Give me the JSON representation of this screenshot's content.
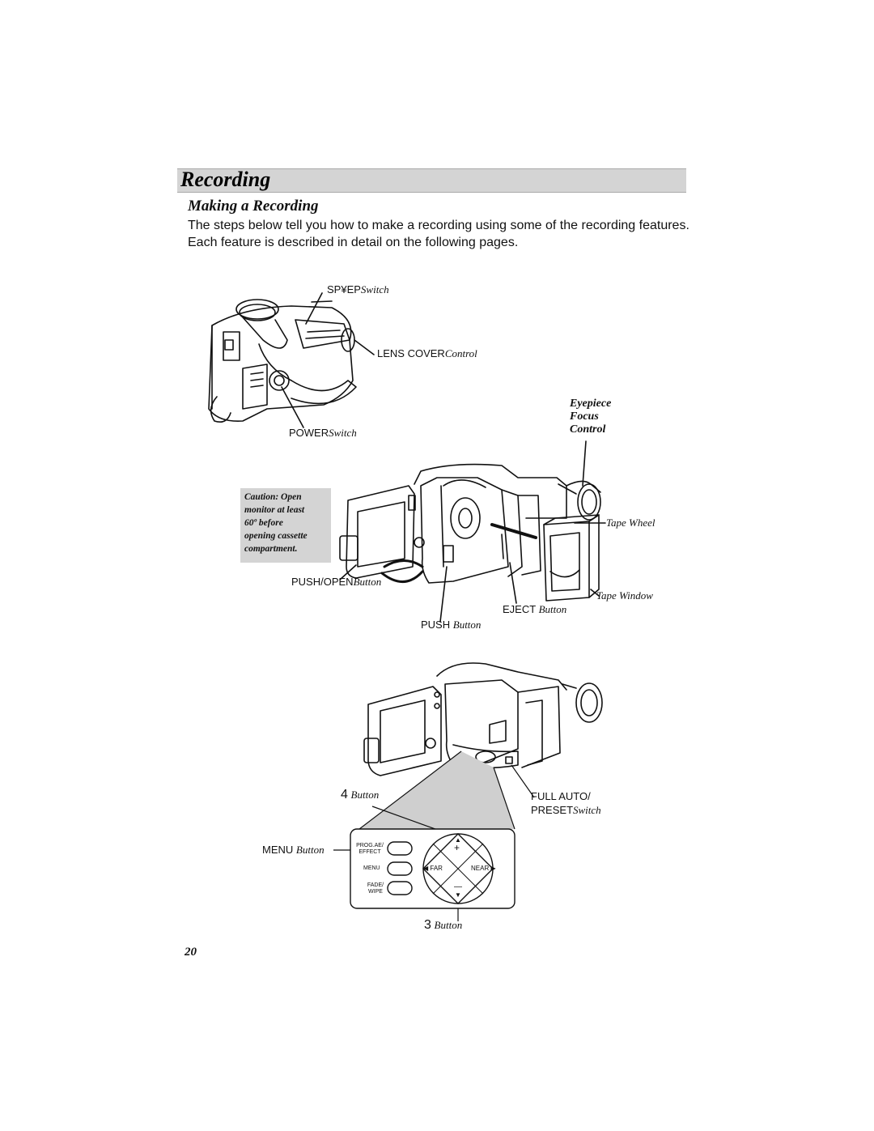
{
  "section": {
    "title": "Recording"
  },
  "subsection": {
    "title": "Making a Recording"
  },
  "intro": "The steps below tell you how to make a recording using some of the recording features.  Each feature is described in detail on the following pages.",
  "labels": {
    "sp_ep": {
      "name": "SP¥EP",
      "kind": "Switch"
    },
    "lens_cover": {
      "name": "LENS COVER",
      "kind": "Control"
    },
    "power": {
      "name": "POWER",
      "kind": "Switch"
    },
    "eyepiece": [
      "Eyepiece",
      "Focus",
      "Control"
    ],
    "tape_wheel": "Tape Wheel",
    "push_open": {
      "name": "PUSH/OPEN",
      "kind": "Button"
    },
    "tape_window": "Tape Window",
    "eject": {
      "name": "EJECT",
      "kind": "Button"
    },
    "push": {
      "name": "PUSH",
      "kind": "Button"
    },
    "button4": {
      "name": "4",
      "kind": "Button"
    },
    "full_auto": {
      "line1": "FULL AUTO/",
      "line2": "PRESET",
      "kind": "Switch"
    },
    "menu": {
      "name": "MENU",
      "kind": "Button"
    },
    "button3": {
      "name": "3",
      "kind": "Button"
    }
  },
  "caution": [
    "Caution:  Open",
    "monitor at least",
    "60º before",
    "opening cassette",
    "compartment."
  ],
  "panel": {
    "prog_ae": [
      "PROG.AE/",
      "EFFECT"
    ],
    "menu": "MENU",
    "fade": [
      "FADE/",
      "WIPE"
    ],
    "far": "◀ FAR",
    "near": "NEAR ▶",
    "plus": "+",
    "minus": "—",
    "up": "▲",
    "down": "▼"
  },
  "page_number": "20"
}
